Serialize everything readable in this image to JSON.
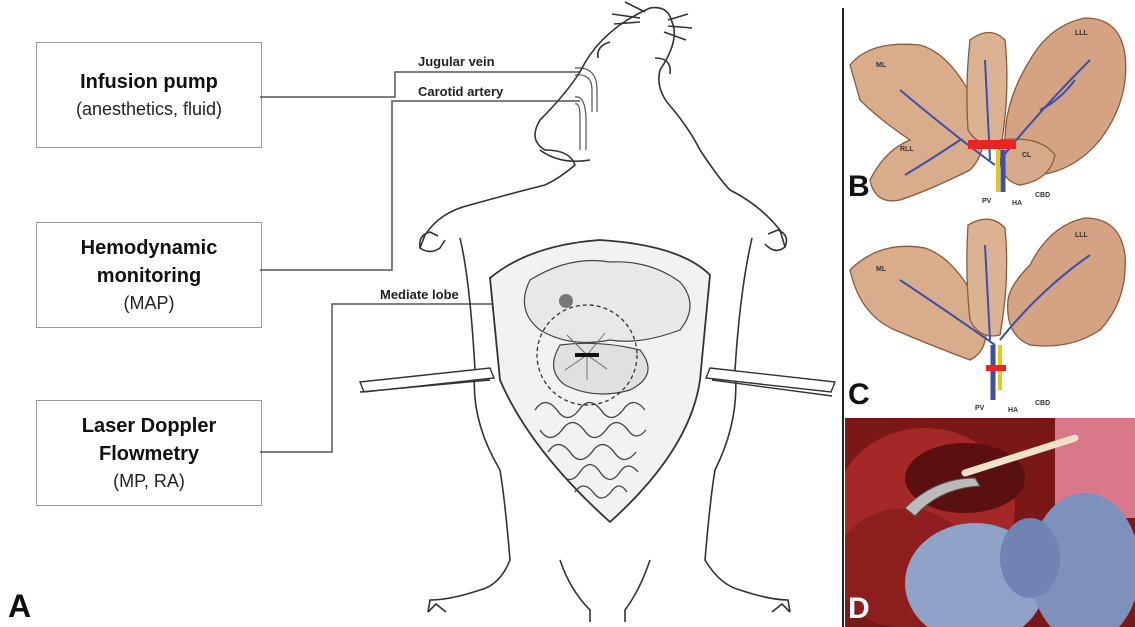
{
  "boxes": {
    "infusion": {
      "title": "Infusion pump",
      "sub": "(anesthetics, fluid)"
    },
    "hemo": {
      "title1": "Hemodynamic",
      "title2": "monitoring",
      "sub": "(MAP)"
    },
    "laser": {
      "title1": "Laser Doppler",
      "title2": "Flowmetry",
      "sub": "(MP, RA)"
    }
  },
  "annotations": {
    "jugular": "Jugular vein",
    "carotid": "Carotid artery",
    "mediate": "Mediate lobe"
  },
  "panels": {
    "a": "A",
    "b": "B",
    "c": "C",
    "d": "D"
  },
  "liver_labels": {
    "ml": "ML",
    "lll": "LLL",
    "rll": "RLL",
    "cl": "CL",
    "pv": "PV",
    "ha": "HA",
    "cbd": "CBD"
  },
  "colors": {
    "box_border": "#9a9a9a",
    "liver": "#d9ad8c",
    "vessel": "#3d4fa8",
    "clamp": "#e8261f",
    "bile": "#e2c81c",
    "tissue": "#8e1d1d"
  }
}
